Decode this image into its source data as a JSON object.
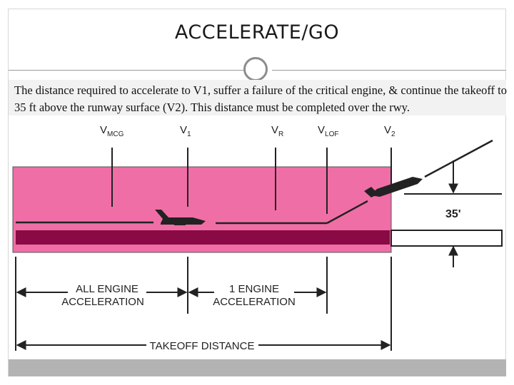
{
  "slide": {
    "title": "ACCELERATE/GO",
    "description": "The distance required to accelerate to V1, suffer a failure of the critical engine, & continue the takeoff to 35 ft above the runway surface (V2). This distance must be completed over the rwy."
  },
  "diagram": {
    "speed_markers": [
      {
        "main": "V",
        "sub": "MCG"
      },
      {
        "main": "V",
        "sub": "1"
      },
      {
        "main": "V",
        "sub": "R"
      },
      {
        "main": "V",
        "sub": "LOF"
      },
      {
        "main": "V",
        "sub": "2"
      }
    ],
    "height_label": "35'",
    "segments": [
      {
        "line1": "ALL ENGINE",
        "line2": "ACCELERATION"
      },
      {
        "line1": "1 ENGINE",
        "line2": "ACCELERATION"
      }
    ],
    "total_label": "TAKEOFF DISTANCE",
    "colors": {
      "highlight": "#f06ea6",
      "runway_band": "#8a0a45",
      "ink": "#222222"
    }
  }
}
